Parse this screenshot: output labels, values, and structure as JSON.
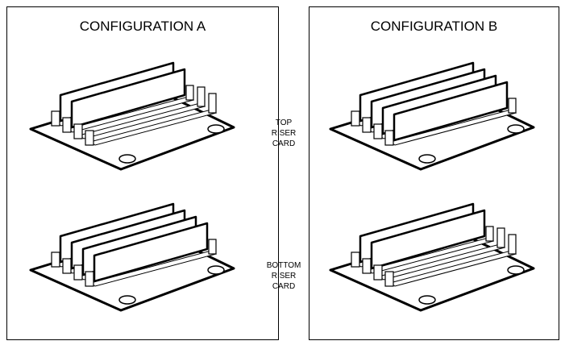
{
  "configurations": [
    {
      "title": "CONFIGURATION A",
      "top_dimms": 2,
      "bottom_dimms": 4
    },
    {
      "title": "CONFIGURATION B",
      "top_dimms": 4,
      "bottom_dimms": 2
    }
  ],
  "labels": {
    "top": [
      "TOP",
      "RISER",
      "CARD"
    ],
    "bottom": [
      "BOTTOM",
      "RISER",
      "CARD"
    ]
  },
  "slots_per_card": 4
}
